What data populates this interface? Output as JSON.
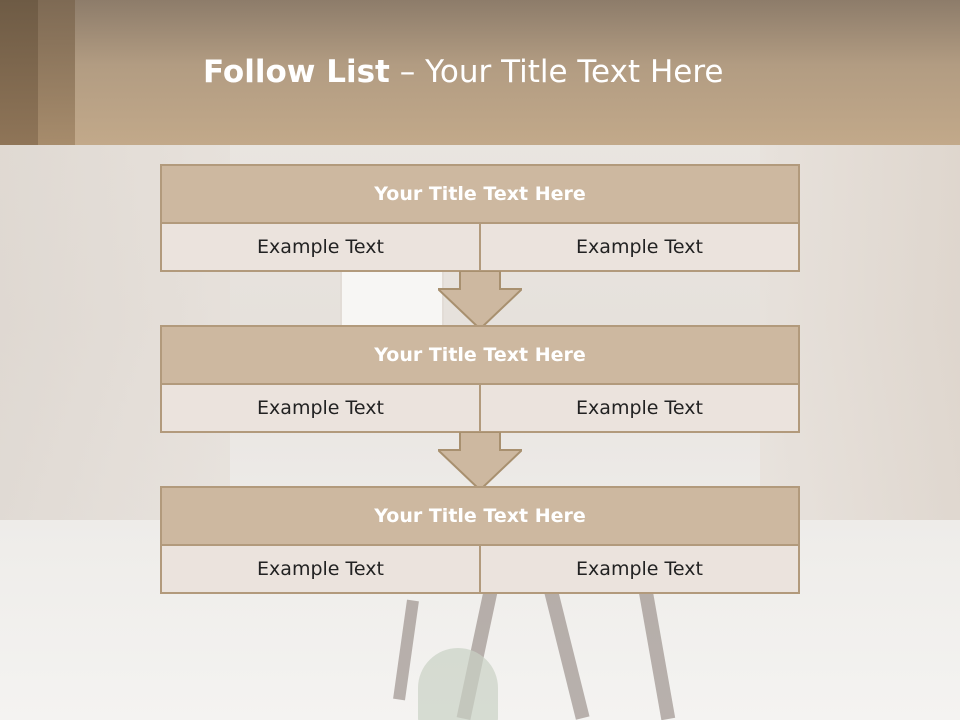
{
  "slide": {
    "title_bold": "Follow List",
    "title_rest": " – Your Title Text Here"
  },
  "blocks": [
    {
      "title": "Your Title Text Here",
      "left": "Example Text",
      "right": "Example Text"
    },
    {
      "title": "Your Title Text Here",
      "left": "Example Text",
      "right": "Example Text"
    },
    {
      "title": "Your Title Text Here",
      "left": "Example Text",
      "right": "Example Text"
    }
  ],
  "colors": {
    "header": "#b29c82",
    "block_title_bg": "#cdb8a0",
    "block_cell_bg": "#ebe3dd",
    "border": "#b29a7c"
  }
}
